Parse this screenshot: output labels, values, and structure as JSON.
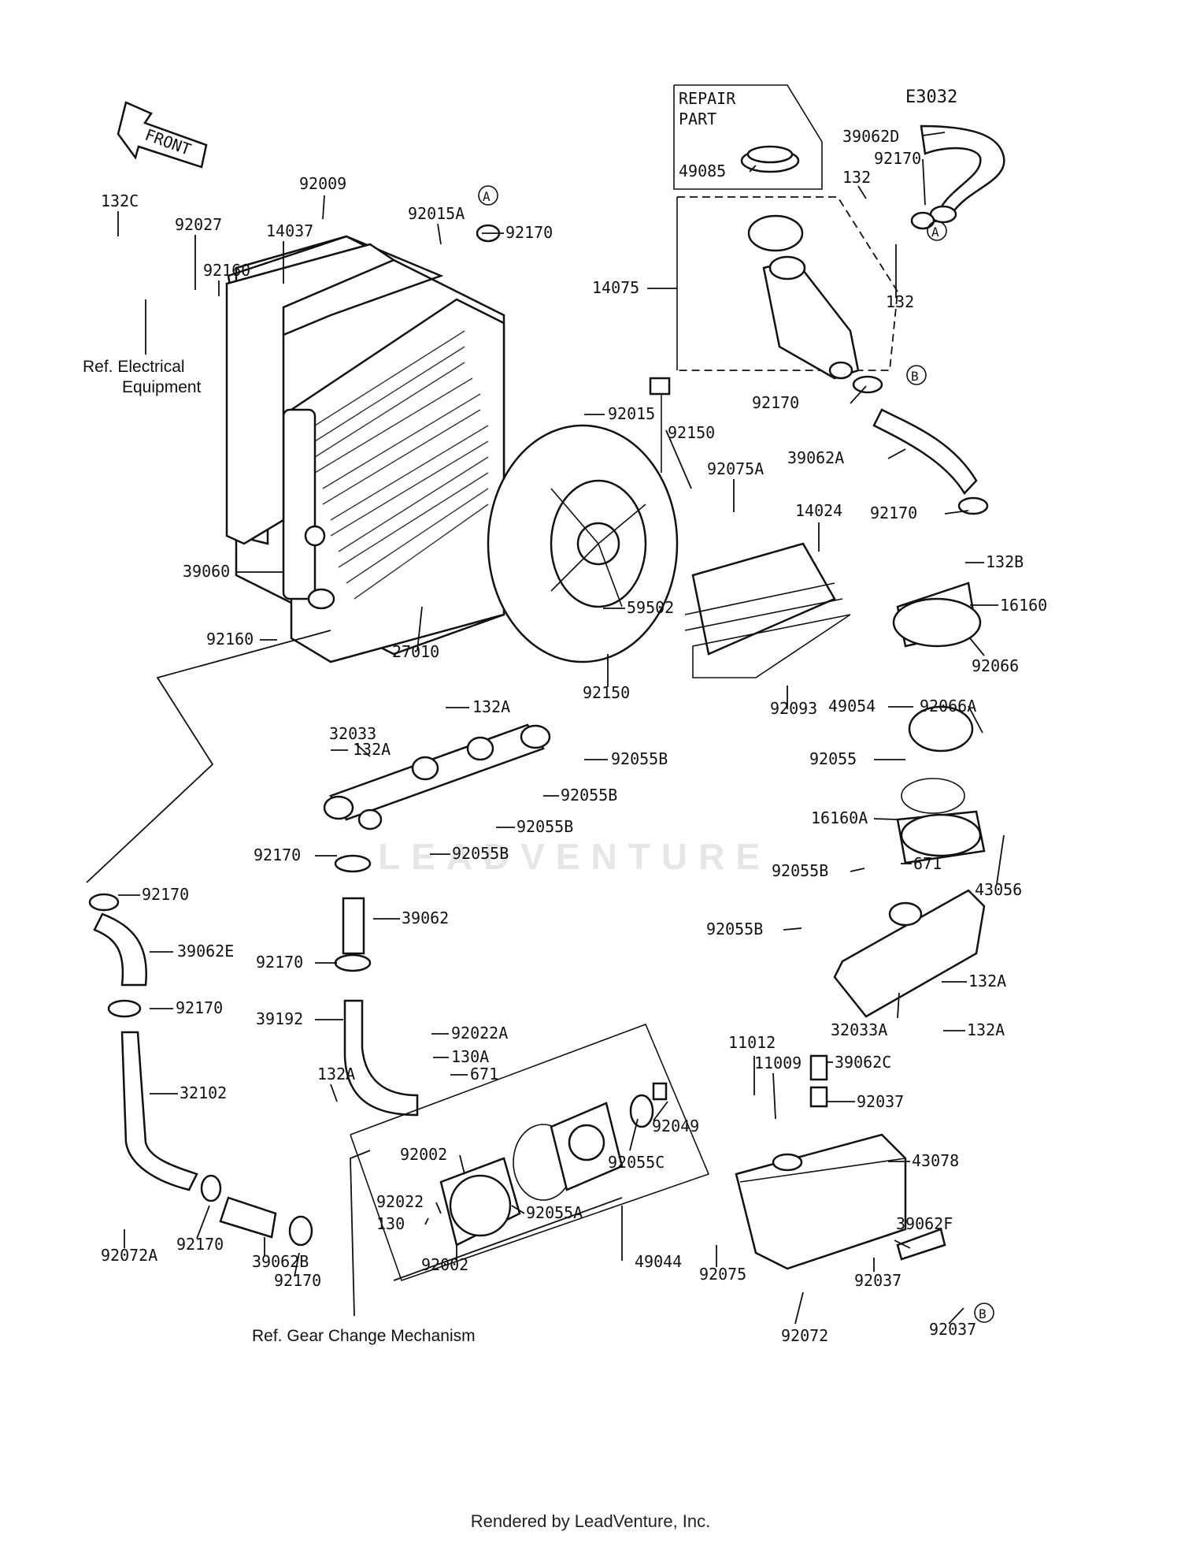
{
  "diagram": {
    "code": "E3032",
    "front_label": "FRONT",
    "repair_part_label": [
      "REPAIR",
      "PART"
    ],
    "circle_markers": [
      "A",
      "A",
      "B",
      "B"
    ],
    "notes": {
      "electrical": [
        "Ref. Electrical",
        "Equipment"
      ],
      "gear_change": "Ref. Gear Change Mechanism"
    },
    "watermark": "LEADVENTURE",
    "footer": "Rendered by LeadVenture, Inc.",
    "part_numbers": [
      "39062D",
      "92170",
      "132",
      "49085",
      "14075",
      "132",
      "92170",
      "39062A",
      "92170",
      "132B",
      "16160",
      "92066",
      "49054",
      "92066A",
      "92055",
      "16160A",
      "43056",
      "92055B",
      "671",
      "92055B",
      "132A",
      "32033A",
      "132A",
      "132C",
      "92027",
      "92160",
      "14037",
      "92009",
      "92015A",
      "92170",
      "92015",
      "92150",
      "92075A",
      "14024",
      "39060",
      "92160",
      "27010",
      "59502",
      "92150",
      "92093",
      "132A",
      "32033",
      "132A",
      "92055B",
      "92055B",
      "92055B",
      "92055B",
      "92170",
      "92170",
      "39062",
      "39062E",
      "92170",
      "92170",
      "39192",
      "32102",
      "92022A",
      "130A",
      "671",
      "132A",
      "92002",
      "92022",
      "130",
      "92055A",
      "92049",
      "92055C",
      "49044",
      "92002",
      "11012",
      "11009",
      "39062C",
      "92037",
      "43078",
      "92072A",
      "92170",
      "39062B",
      "92170",
      "92075",
      "39062F",
      "92037",
      "92072",
      "92037"
    ]
  }
}
